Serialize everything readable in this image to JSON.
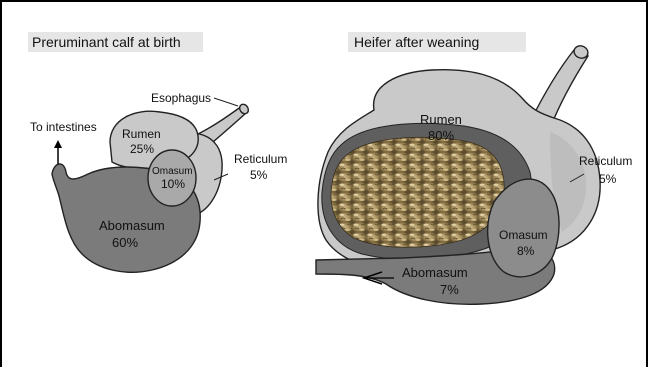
{
  "panels": {
    "left": {
      "title": "Preruminant calf at birth",
      "labels": {
        "esophagus": "Esophagus",
        "intestines": "To intestines",
        "rumen_name": "Rumen",
        "rumen_pct": "25%",
        "omasum_name": "Omasum",
        "omasum_pct": "10%",
        "reticulum_name": "Reticulum",
        "reticulum_pct": "5%",
        "abomasum_name": "Abomasum",
        "abomasum_pct": "60%"
      }
    },
    "right": {
      "title": "Heifer after weaning",
      "labels": {
        "rumen_name": "Rumen",
        "rumen_pct": "80%",
        "reticulum_name": "Reticulum",
        "reticulum_pct": "5%",
        "omasum_name": "Omasum",
        "omasum_pct": "8%",
        "abomasum_name": "Abomasum",
        "abomasum_pct": "7%"
      }
    }
  },
  "colors": {
    "dark_organ": "#7b7b7b",
    "light_organ": "#c9c9c9",
    "mid_organ": "#a9a9a9",
    "title_bar": "#e6e6e6",
    "feed": "#a89363"
  }
}
